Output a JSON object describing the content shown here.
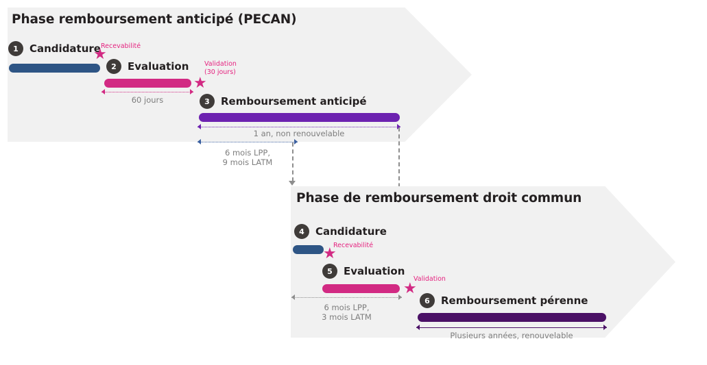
{
  "phases": [
    {
      "title": "Phase remboursement anticipé (PECAN)",
      "steps": [
        {
          "num": "1",
          "label": "Candidature"
        },
        {
          "num": "2",
          "label": "Evaluation"
        },
        {
          "num": "3",
          "label": "Remboursement anticipé"
        }
      ],
      "milestones": [
        {
          "label": "Recevabilité",
          "icon": "star-icon"
        },
        {
          "label": "Validation\n(30 jours)",
          "line1": "Validation",
          "line2": "(30 jours)",
          "icon": "star-icon"
        }
      ],
      "durations": [
        {
          "label": "60 jours"
        },
        {
          "label": "1 an, non renouvelable"
        },
        {
          "line1": "6 mois LPP,",
          "line2": "9 mois LATM"
        }
      ]
    },
    {
      "title": "Phase de remboursement droit commun",
      "steps": [
        {
          "num": "4",
          "label": "Candidature"
        },
        {
          "num": "5",
          "label": "Evaluation"
        },
        {
          "num": "6",
          "label": "Remboursement pérenne"
        }
      ],
      "milestones": [
        {
          "label": "Recevabilité",
          "icon": "star-icon"
        },
        {
          "label": "Validation",
          "icon": "star-icon"
        }
      ],
      "durations": [
        {
          "line1": "6 mois LPP,",
          "line2": "3 mois LATM"
        },
        {
          "label": "Plusieurs années, renouvelable"
        }
      ]
    }
  ],
  "colors": {
    "panel_background": "#f1f1f1",
    "candidature_bar": "#2e5585",
    "evaluation_bar": "#d22a83",
    "remboursement_anticipe_bar": "#6d22b0",
    "remboursement_perenne_bar": "#4b1166",
    "milestone_star": "#d22a83",
    "step_circle": "#3f3b39",
    "connector": "#8d8d8d"
  },
  "glyphs": {
    "star": "★"
  }
}
